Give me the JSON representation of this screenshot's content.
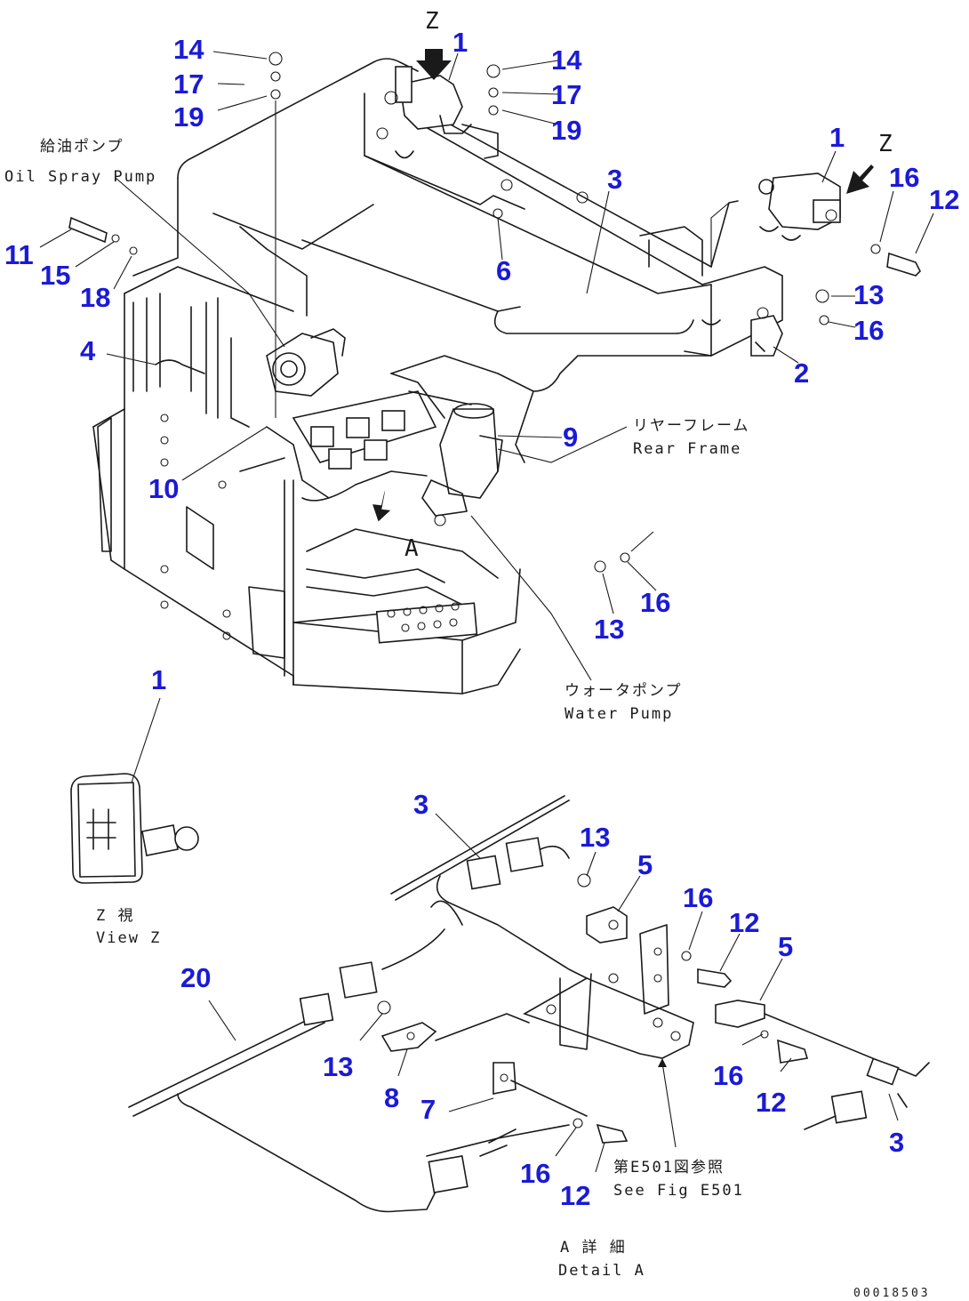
{
  "callouts": [
    {
      "key": "c1a",
      "text": "1"
    },
    {
      "key": "c1b",
      "text": "1"
    },
    {
      "key": "c1c",
      "text": "1"
    },
    {
      "key": "c2",
      "text": "2"
    },
    {
      "key": "c3a",
      "text": "3"
    },
    {
      "key": "c3b",
      "text": "3"
    },
    {
      "key": "c3c",
      "text": "3"
    },
    {
      "key": "c4",
      "text": "4"
    },
    {
      "key": "c5a",
      "text": "5"
    },
    {
      "key": "c5b",
      "text": "5"
    },
    {
      "key": "c6",
      "text": "6"
    },
    {
      "key": "c7",
      "text": "7"
    },
    {
      "key": "c8",
      "text": "8"
    },
    {
      "key": "c9",
      "text": "9"
    },
    {
      "key": "c10",
      "text": "10"
    },
    {
      "key": "c11",
      "text": "11"
    },
    {
      "key": "c12a",
      "text": "12"
    },
    {
      "key": "c12b",
      "text": "12"
    },
    {
      "key": "c12c",
      "text": "12"
    },
    {
      "key": "c12d",
      "text": "12"
    },
    {
      "key": "c13a",
      "text": "13"
    },
    {
      "key": "c13b",
      "text": "13"
    },
    {
      "key": "c13c",
      "text": "13"
    },
    {
      "key": "c13d",
      "text": "13"
    },
    {
      "key": "c14a",
      "text": "14"
    },
    {
      "key": "c14b",
      "text": "14"
    },
    {
      "key": "c15",
      "text": "15"
    },
    {
      "key": "c16a",
      "text": "16"
    },
    {
      "key": "c16b",
      "text": "16"
    },
    {
      "key": "c16c",
      "text": "16"
    },
    {
      "key": "c16d",
      "text": "16"
    },
    {
      "key": "c16e",
      "text": "16"
    },
    {
      "key": "c16f",
      "text": "16"
    },
    {
      "key": "c17a",
      "text": "17"
    },
    {
      "key": "c17b",
      "text": "17"
    },
    {
      "key": "c18",
      "text": "18"
    },
    {
      "key": "c19a",
      "text": "19"
    },
    {
      "key": "c19b",
      "text": "19"
    },
    {
      "key": "c20",
      "text": "20"
    }
  ],
  "labels": {
    "z_top": "Z",
    "z_right": "Z",
    "a_marker": "A",
    "oil_spray_pump_jp": "給油ポンプ",
    "oil_spray_pump_en": "Oil Spray Pump",
    "rear_frame_jp": "リヤーフレーム",
    "rear_frame_en": "Rear Frame",
    "water_pump_jp": "ウォータポンプ",
    "water_pump_en": "Water Pump",
    "view_z_jp": "Z 視",
    "view_z_en": "View Z",
    "see_fig_jp": "第E501図参照",
    "see_fig_en": "See Fig E501",
    "detail_a_jp": "A 詳 細",
    "detail_a_en": "Detail A",
    "drawing_number": "00018503"
  }
}
